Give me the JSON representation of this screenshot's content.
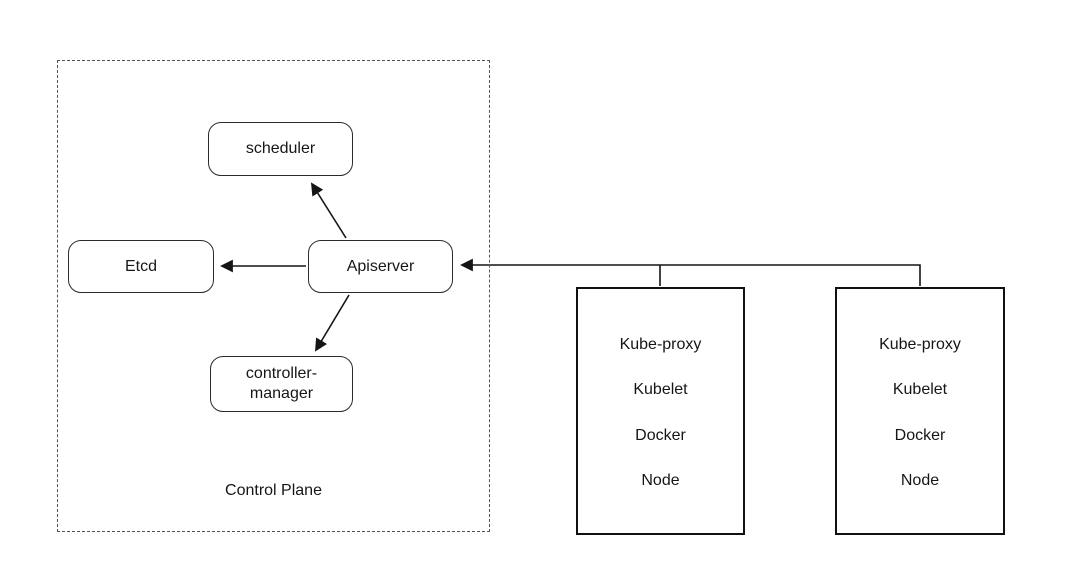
{
  "control_plane": {
    "label": "Control Plane",
    "scheduler": "scheduler",
    "etcd": "Etcd",
    "apiserver": "Apiserver",
    "controller_manager": [
      "controller-",
      "manager"
    ]
  },
  "nodes": [
    {
      "components": [
        "Kube-proxy",
        "Kubelet",
        "Docker",
        "Node"
      ]
    },
    {
      "components": [
        "Kube-proxy",
        "Kubelet",
        "Docker",
        "Node"
      ]
    }
  ],
  "colors": {
    "line": "#151515",
    "box_border": "#2b2b2b",
    "node_border": "#111111",
    "background": "#ffffff"
  }
}
